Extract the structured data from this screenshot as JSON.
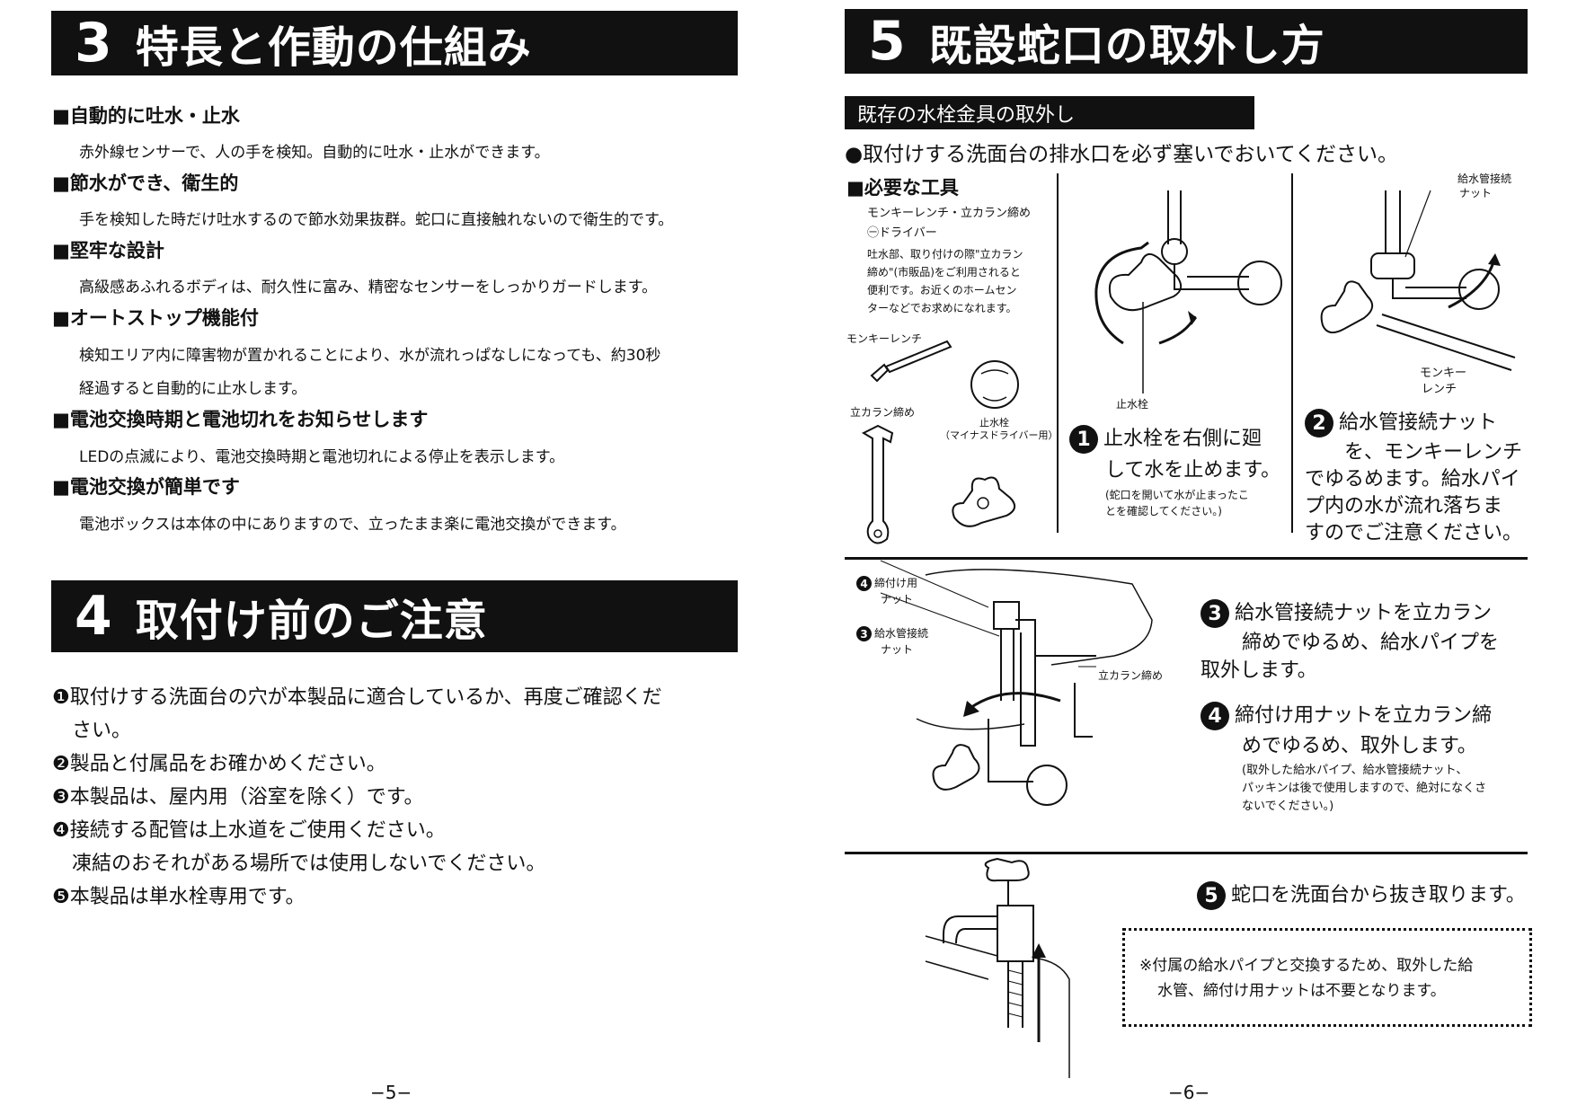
{
  "left": {
    "sec3": {
      "num": "3",
      "title": "特長と作動の仕組み"
    },
    "features": [
      {
        "heading": "■自動的に吐水・止水",
        "lines": [
          "赤外線センサーで、人の手を検知。自動的に吐水・止水ができます。"
        ]
      },
      {
        "heading": "■節水ができ、衛生的",
        "lines": [
          "手を検知した時だけ吐水するので節水効果抜群。蛇口に直接触れないので衛生的です。"
        ]
      },
      {
        "heading": "■堅牢な設計",
        "lines": [
          "高級感あふれるボディは、耐久性に富み、精密なセンサーをしっかりガードします。"
        ]
      },
      {
        "heading": "■オートストップ機能付",
        "lines": [
          "検知エリア内に障害物が置かれることにより、水が流れっぱなしになっても、約30秒",
          "経過すると自動的に止水します。"
        ]
      },
      {
        "heading": "■電池交換時期と電池切れをお知らせします",
        "lines": [
          "LEDの点滅により、電池交換時期と電池切れによる停止を表示します。"
        ]
      },
      {
        "heading": "■電池交換が簡単です",
        "lines": [
          "電池ボックスは本体の中にありますので、立ったまま楽に電池交換ができます。"
        ]
      }
    ],
    "sec4": {
      "num": "4",
      "title": "取付け前のご注意"
    },
    "notes": [
      "❶取付けする洗面台の穴が本製品に適合しているか、再度ご確認くだ",
      "さい。",
      "❷製品と付属品をお確かめください。",
      "❸本製品は、屋内用（浴室を除く）です。",
      "❹接続する配管は上水道をご使用ください。",
      "凍結のおそれがある場所では使用しないでください。",
      "❺本製品は単水栓専用です。"
    ],
    "page_num": "−5−"
  },
  "right": {
    "sec5": {
      "num": "5",
      "title": "既設蛇口の取外し方"
    },
    "subhead": "既存の水栓金具の取外し",
    "bullet": "●取付けする洗面台の排水口を必ず塞いでおいてください。",
    "tools": {
      "heading": "■必要な工具",
      "lines": [
        "モンキーレンチ・立カラン締め",
        "㊀ドライバー"
      ],
      "note_lines": [
        "吐水部、取り付けの際\"立カラン",
        "締め\"(市販品)をご利用されると",
        "便利です。お近くのホームセン",
        "ターなどでお求めになれます。"
      ],
      "label_wrench": "モンキーレンチ",
      "label_karan": "立カラン締め",
      "label_stop": "止水栓",
      "label_stop2": "（マイナスドライバー用）"
    },
    "step1": {
      "num": "1",
      "lines": [
        "止水栓を右側に廻",
        "して水を止めます。"
      ],
      "note": [
        "(蛇口を開いて水が止まったこ",
        "とを確認してください。)"
      ],
      "label": "止水栓"
    },
    "step2": {
      "num": "2",
      "lines": [
        "給水管接続ナット",
        "を、モンキーレンチ",
        "でゆるめます。給水パイ",
        "プ内の水が流れ落ちま",
        "すのでご注意ください。"
      ],
      "label_nut": [
        "給水管接続",
        "ナット"
      ],
      "label_wrench": [
        "モンキー",
        "レンチ"
      ]
    },
    "diag3": {
      "label4": [
        "締付け用",
        "ナット"
      ],
      "label3": [
        "給水管接続",
        "ナット"
      ],
      "label_karan": "立カラン締め",
      "num4": "4",
      "num3": "3"
    },
    "step3": {
      "num": "3",
      "lines": [
        "給水管接続ナットを立カラン",
        "締めでゆるめ、給水パイプを",
        "取外します。"
      ]
    },
    "step4": {
      "num": "4",
      "lines": [
        "締付け用ナットを立カラン締",
        "めでゆるめ、取外します。"
      ],
      "note": [
        "(取外した給水パイプ、給水管接続ナット、",
        "パッキンは後で使用しますので、絶対になくさ",
        "ないでください。)"
      ]
    },
    "step5": {
      "num": "5",
      "text": "蛇口を洗面台から抜き取ります。"
    },
    "box_note": [
      "※付属の給水パイプと交換するため、取外した給",
      "水管、締付け用ナットは不要となります。"
    ],
    "page_num": "−6−"
  }
}
